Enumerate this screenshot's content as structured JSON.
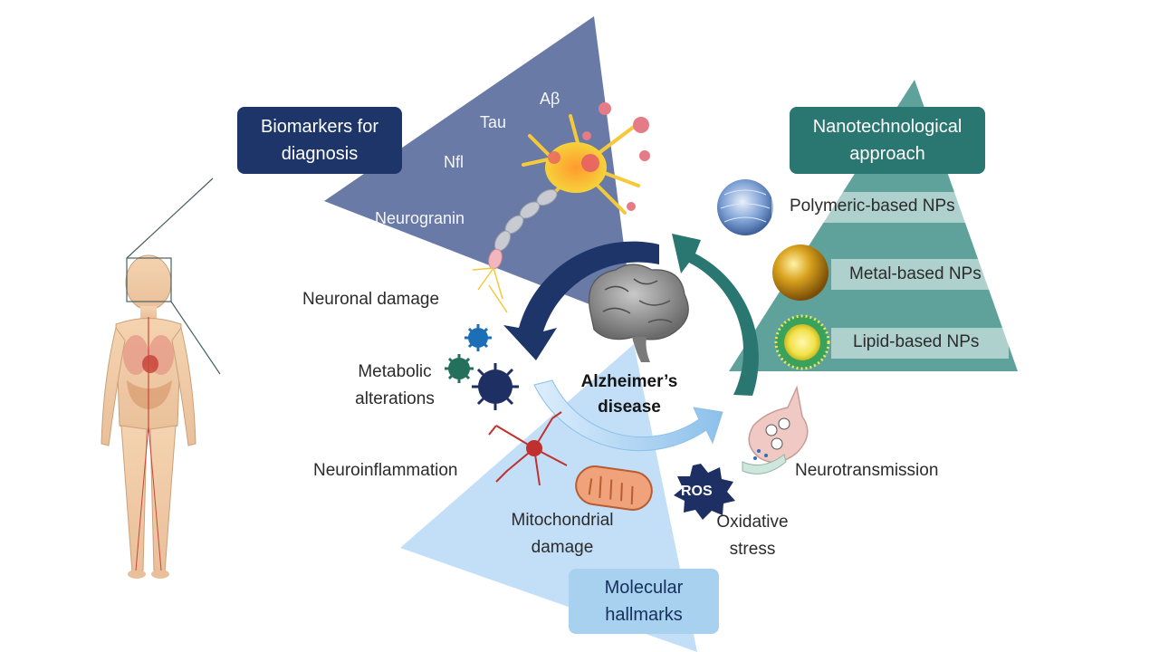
{
  "center": {
    "line1": "Alzheimer’s",
    "line2": "disease"
  },
  "biomarkers": {
    "title_line1": "Biomarkers for",
    "title_line2": "diagnosis",
    "items": [
      "Aβ",
      "Tau",
      "Nfl",
      "Neurogranin"
    ]
  },
  "nanotech": {
    "title_line1": "Nanotechnological",
    "title_line2": "approach",
    "items": [
      "Polymeric-based NPs",
      "Metal-based NPs",
      "Lipid-based NPs"
    ]
  },
  "molecular": {
    "title_line1": "Molecular",
    "title_line2": "hallmarks",
    "neuronal_damage": "Neuronal damage",
    "metabolic_line1": "Metabolic",
    "metabolic_line2": "alterations",
    "neuroinflammation": "Neuroinflammation",
    "mito_line1": "Mitochondrial",
    "mito_line2": "damage",
    "ros": "ROS",
    "oxidative_line1": "Oxidative",
    "oxidative_line2": "stress",
    "neurotransmission": "Neurotransmission"
  },
  "colors": {
    "biomarker_triangle": "#5d6f9e",
    "nano_triangle": "#3c8d86",
    "molecular_triangle": "#bcdcf6",
    "arrow_dark_blue": "#1d3569",
    "arrow_teal": "#2a7670",
    "arrow_light_blue": "#a8d0ef"
  }
}
